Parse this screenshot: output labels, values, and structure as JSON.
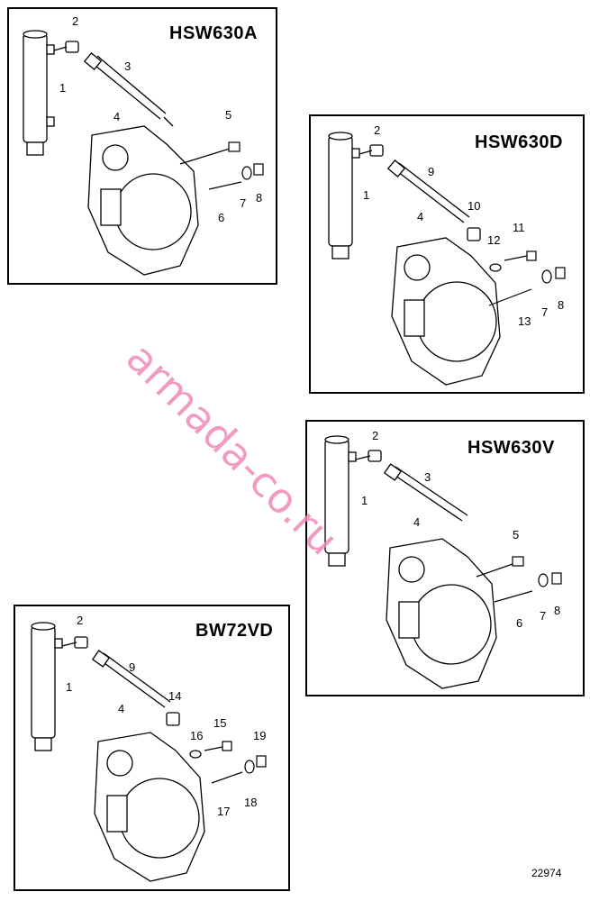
{
  "panels": [
    {
      "title": "HSW630A",
      "callouts": [
        "1",
        "2",
        "3",
        "4",
        "5",
        "6",
        "7",
        "8"
      ]
    },
    {
      "title": "HSW630D",
      "callouts": [
        "1",
        "2",
        "9",
        "10",
        "4",
        "11",
        "12",
        "13",
        "7",
        "8"
      ]
    },
    {
      "title": "HSW630V",
      "callouts": [
        "1",
        "2",
        "3",
        "4",
        "5",
        "6",
        "7",
        "8"
      ]
    },
    {
      "title": "BW72VD",
      "callouts": [
        "1",
        "2",
        "9",
        "14",
        "4",
        "15",
        "16",
        "19",
        "17",
        "18"
      ]
    }
  ],
  "watermark": "armada-co.ru",
  "drawing_number": "22974"
}
